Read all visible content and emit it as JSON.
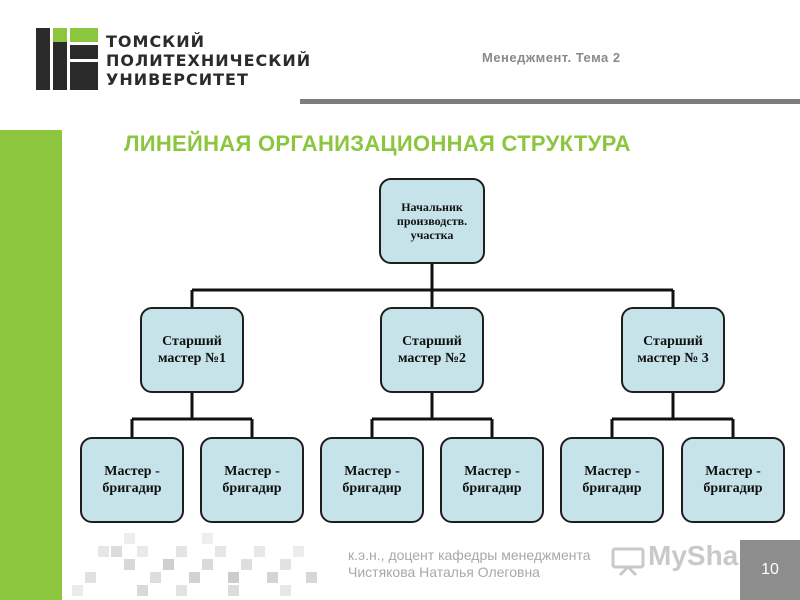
{
  "header": {
    "university_lines": [
      "ТОМСКИЙ",
      "ПОЛИТЕХНИЧЕСКИЙ",
      "УНИВЕРСИТЕТ"
    ],
    "course": "Менеджмент. Тема 2"
  },
  "title": "ЛИНЕЙНАЯ ОРГАНИЗАЦИОННАЯ СТРУКТУРА",
  "org": {
    "top": [
      "Начальник",
      "производств.",
      "участка"
    ],
    "seniors": [
      [
        "Старший",
        "мастер №1"
      ],
      [
        "Старший",
        "мастер №2"
      ],
      [
        "Старший",
        "мастер № 3"
      ]
    ],
    "masters": [
      [
        "Мастер -",
        "бригадир"
      ],
      [
        "Мастер -",
        "бригадир"
      ],
      [
        "Мастер -",
        "бригадир"
      ],
      [
        "Мастер -",
        "бригадир"
      ],
      [
        "Мастер -",
        "бригадир"
      ],
      [
        "Мастер -",
        "бригадир"
      ]
    ]
  },
  "footer": {
    "author_lines": [
      "к.э.н., доцент кафедры менеджмента",
      "Чистякова Наталья Олеговна"
    ],
    "watermark": "MyShared",
    "page_number": "10"
  },
  "colors": {
    "accent_green": "#8cc63f",
    "box_fill": "#c6e3ea",
    "logo_dark": "#2b2b2b"
  }
}
